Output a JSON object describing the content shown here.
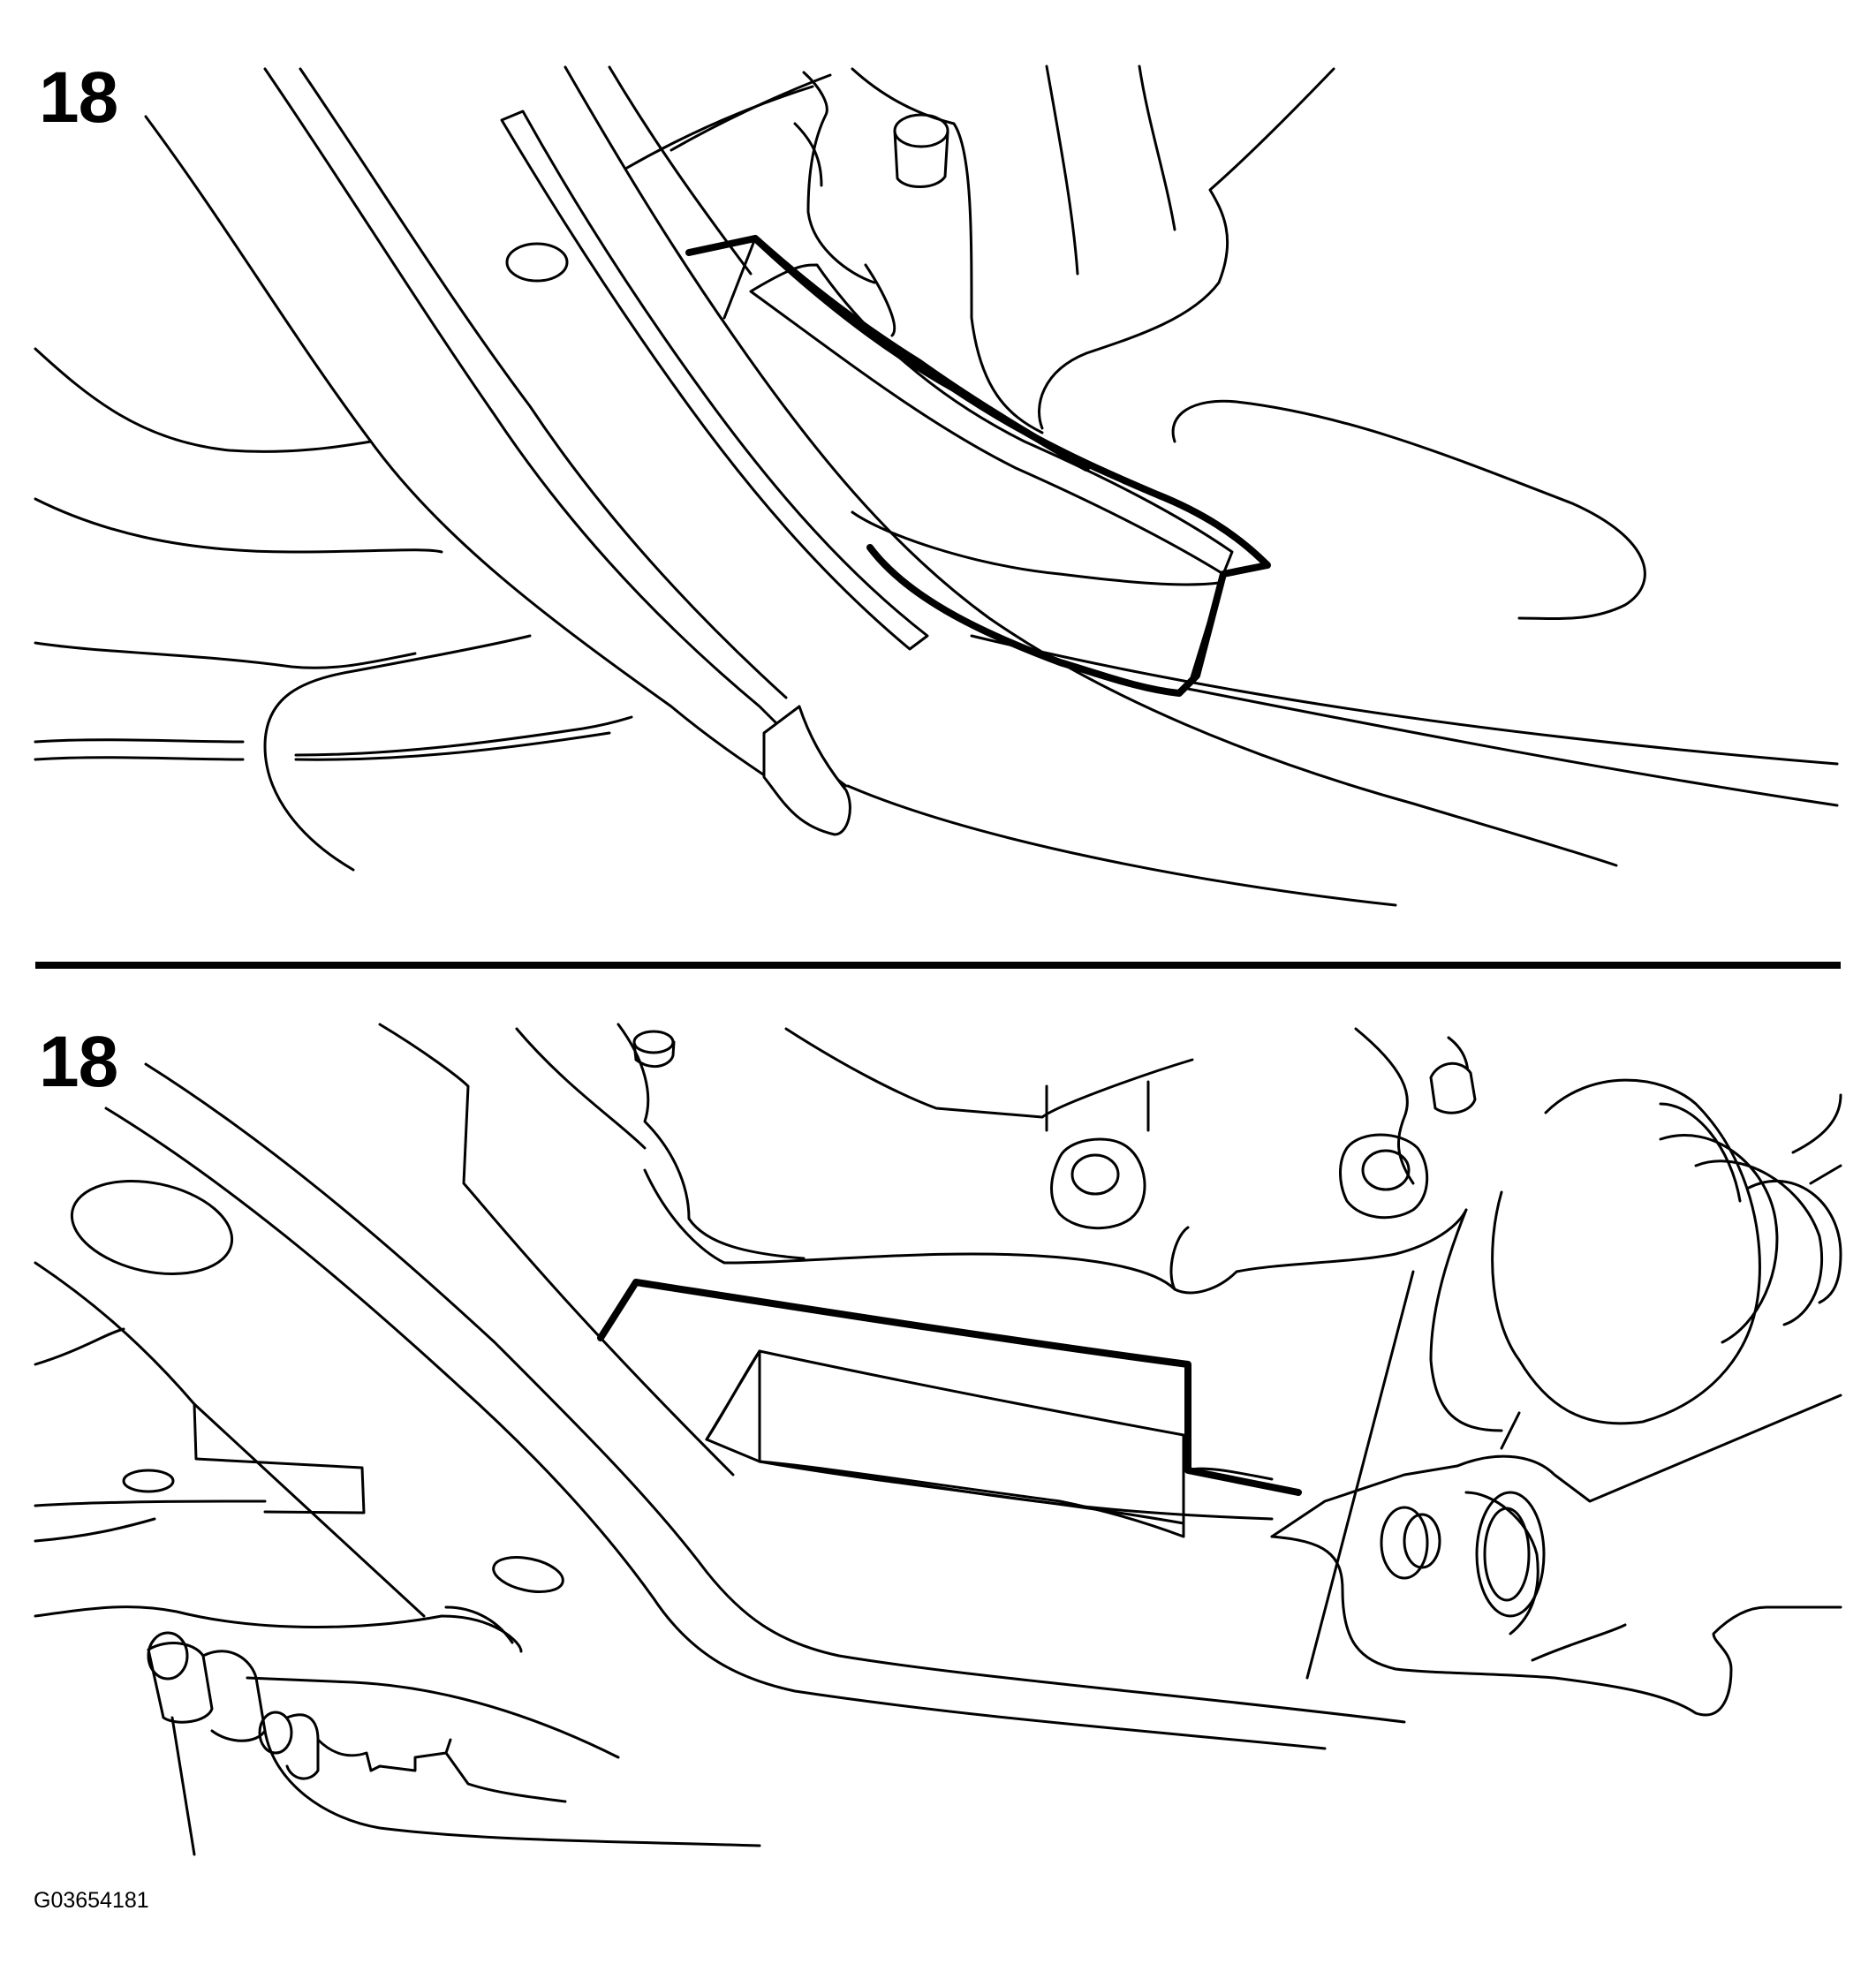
{
  "panels": [
    {
      "step": "18",
      "icon": "underbody-bracket-illustration-top"
    },
    {
      "step": "18",
      "icon": "underbody-bracket-illustration-bottom"
    }
  ],
  "figure_code": "G03654181",
  "colors": {
    "line": "#000000",
    "background": "#ffffff"
  }
}
